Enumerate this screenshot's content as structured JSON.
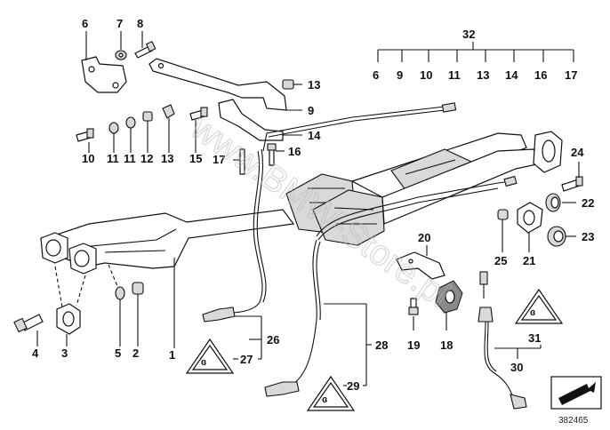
{
  "diagram": {
    "part_numbers": {
      "p1": "1",
      "p2": "2",
      "p3": "3",
      "p4": "4",
      "p5": "5",
      "p6": "6",
      "p7": "7",
      "p8": "8",
      "p9": "9",
      "p10": "10",
      "p11": "11",
      "p12": "12",
      "p13": "13",
      "p14": "14",
      "p15": "15",
      "p16": "16",
      "p17": "17",
      "p20": "20",
      "p21": "21",
      "p22": "22",
      "p23": "23",
      "p24": "24",
      "p25": "25",
      "p26": "26",
      "p27": "27",
      "p28": "28",
      "p29": "29",
      "p30": "30",
      "p31": "31",
      "p32": "32",
      "p18": "18",
      "p19": "19"
    },
    "kit_label": "32",
    "kit_items": [
      "6",
      "9",
      "10",
      "11",
      "13",
      "14",
      "16",
      "17"
    ],
    "watermark": "www.BMW-Store.pl",
    "reference_number": "382465"
  }
}
